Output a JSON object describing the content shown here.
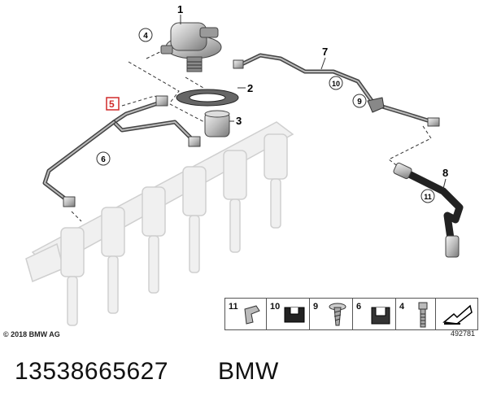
{
  "callouts": {
    "c1": "1",
    "c2": "2",
    "c3": "3",
    "c4": "4",
    "c5": "5",
    "c6": "6",
    "c7": "7",
    "c8": "8",
    "c9": "9",
    "c10": "10",
    "c11": "11"
  },
  "legend": [
    "11",
    "10",
    "9",
    "6",
    "4"
  ],
  "footer": {
    "copyright": "© 2018 BMW AG",
    "ref": "492781",
    "part_number": "13538665627",
    "brand": "BMW"
  },
  "colors": {
    "highlight": "#d12a2a",
    "line": "#333333",
    "faded_part": "#d8d8d8"
  }
}
